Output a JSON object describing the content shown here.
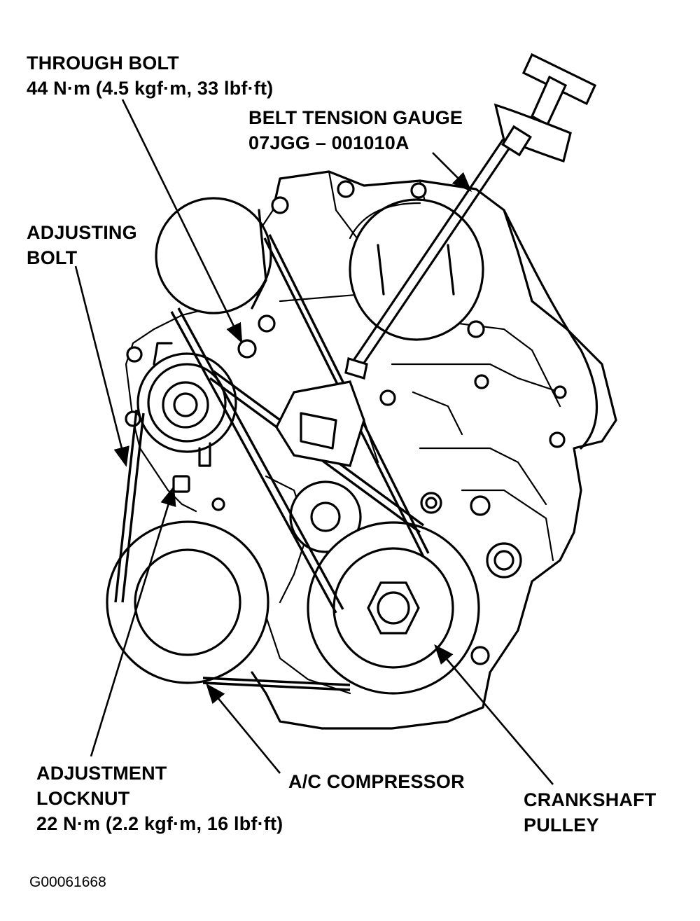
{
  "labels": {
    "through_bolt": {
      "line1": "THROUGH BOLT",
      "line2": "44 N·m (4.5 kgf·m, 33 lbf·ft)"
    },
    "belt_tension_gauge": {
      "line1": "BELT TENSION GAUGE",
      "line2": "07JGG – 001010A"
    },
    "adjusting_bolt": {
      "line1": "ADJUSTING",
      "line2": "BOLT"
    },
    "adjustment_locknut": {
      "line1": "ADJUSTMENT",
      "line2": "LOCKNUT",
      "line3": "22 N·m (2.2 kgf·m, 16 lbf·ft)"
    },
    "ac_compressor": {
      "line1": "A/C COMPRESSOR"
    },
    "crankshaft_pulley": {
      "line1": "CRANKSHAFT",
      "line2": "PULLEY"
    }
  },
  "figure_id": "G00061668",
  "colors": {
    "ink": "#000000",
    "paper": "#ffffff"
  }
}
